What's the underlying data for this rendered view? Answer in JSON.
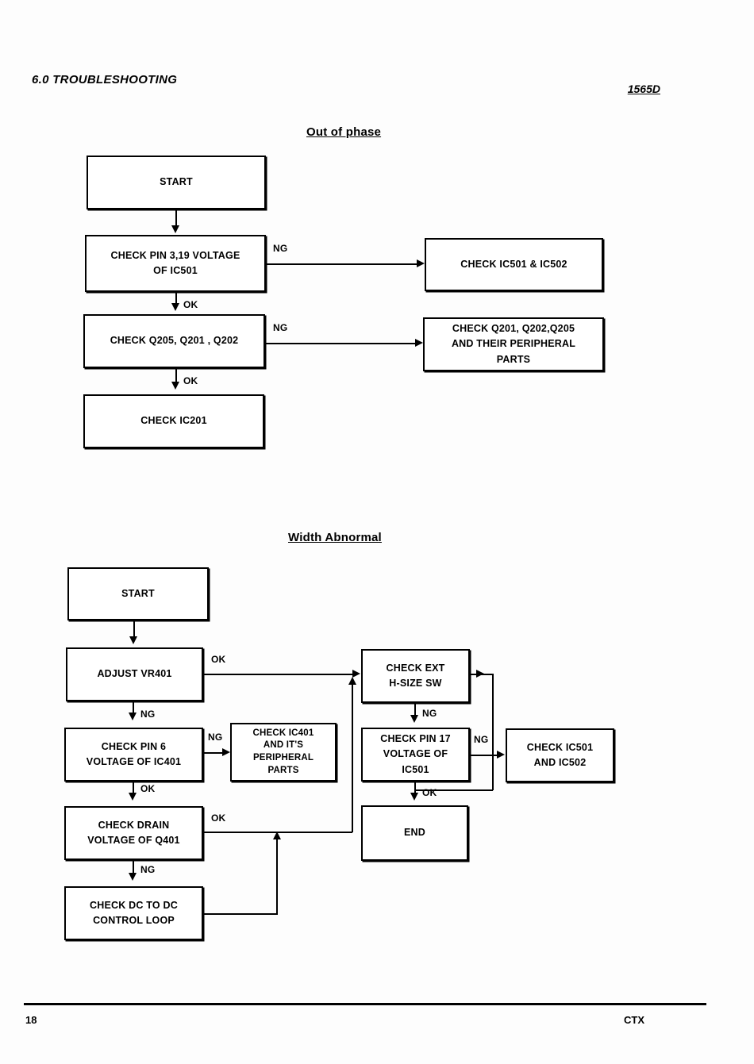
{
  "header": {
    "section": "6.0 TROUBLESHOOTING",
    "model": "1565D"
  },
  "footer": {
    "page_number": "18",
    "brand": "CTX"
  },
  "charts": [
    {
      "title": "Out of phase",
      "nodes": {
        "start": "START",
        "check_pin": "CHECK PIN 3,19 VOLTAGE OF IC501",
        "check_pin_l1": "CHECK PIN 3,19 VOLTAGE",
        "check_pin_l2": "OF IC501",
        "check_q": "CHECK Q205, Q201 , Q202",
        "check_ic201": "CHECK IC201",
        "check_ic501_ic502": "CHECK IC501 & IC502",
        "check_q_periph_l1": "CHECK Q201, Q202,Q205",
        "check_q_periph_l2": "AND THEIR PERIPHERAL",
        "check_q_periph_l3": "PARTS"
      },
      "edges": {
        "ng1": "NG",
        "ok1": "OK",
        "ng2": "NG",
        "ok2": "OK"
      }
    },
    {
      "title": "Width Abnormal",
      "nodes": {
        "start": "START",
        "adjust_vr401": "ADJUST VR401",
        "check_pin6_l1": "CHECK PIN 6",
        "check_pin6_l2": "VOLTAGE OF IC401",
        "check_ic401_l1": "CHECK IC401",
        "check_ic401_l2": "AND  IT'S",
        "check_ic401_l3": "PERIPHERAL",
        "check_ic401_l4": "PARTS",
        "check_drain_l1": "CHECK DRAIN",
        "check_drain_l2": "VOLTAGE OF Q401",
        "check_dcdc_l1": "CHECK DC TO DC",
        "check_dcdc_l2": "CONTROL LOOP",
        "check_ext_l1": "CHECK EXT",
        "check_ext_l2": "H-SIZE SW",
        "check_pin17_l1": "CHECK PIN 17",
        "check_pin17_l2": "VOLTAGE OF",
        "check_pin17_l3": "IC501",
        "check_ic501_ic502_l1": "CHECK IC501",
        "check_ic501_ic502_l2": "AND IC502",
        "end": "END"
      },
      "edges": {
        "ok_vr401": "OK",
        "ng_vr401": "NG",
        "ng_pin6": "NG",
        "ok_pin6": "OK",
        "ok_drain": "OK",
        "ng_drain": "NG",
        "ng_ext": "NG",
        "ng_pin17": "NG",
        "ok_pin17": "OK"
      }
    }
  ]
}
